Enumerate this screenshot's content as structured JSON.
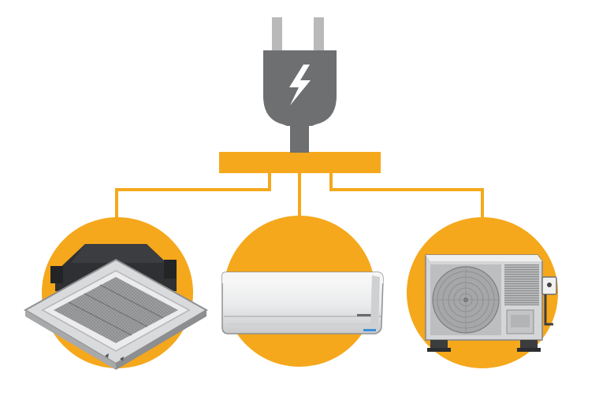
{
  "diagram": {
    "source": {
      "icon": "plug-icon",
      "bolt": "lightning-bolt-icon"
    },
    "splitter": {
      "icon": "distribution-bar"
    },
    "devices": [
      {
        "id": "cassette",
        "icon": "ceiling-cassette-ac-icon"
      },
      {
        "id": "wall",
        "icon": "wall-mounted-split-ac-icon"
      },
      {
        "id": "outdoor",
        "icon": "outdoor-condenser-unit-icon"
      }
    ]
  },
  "colors": {
    "accent": "#f5a81c",
    "plug": "#6e6f71",
    "prong": "#b9b9b9",
    "bolt": "#ffffff",
    "background": "#ffffff"
  }
}
